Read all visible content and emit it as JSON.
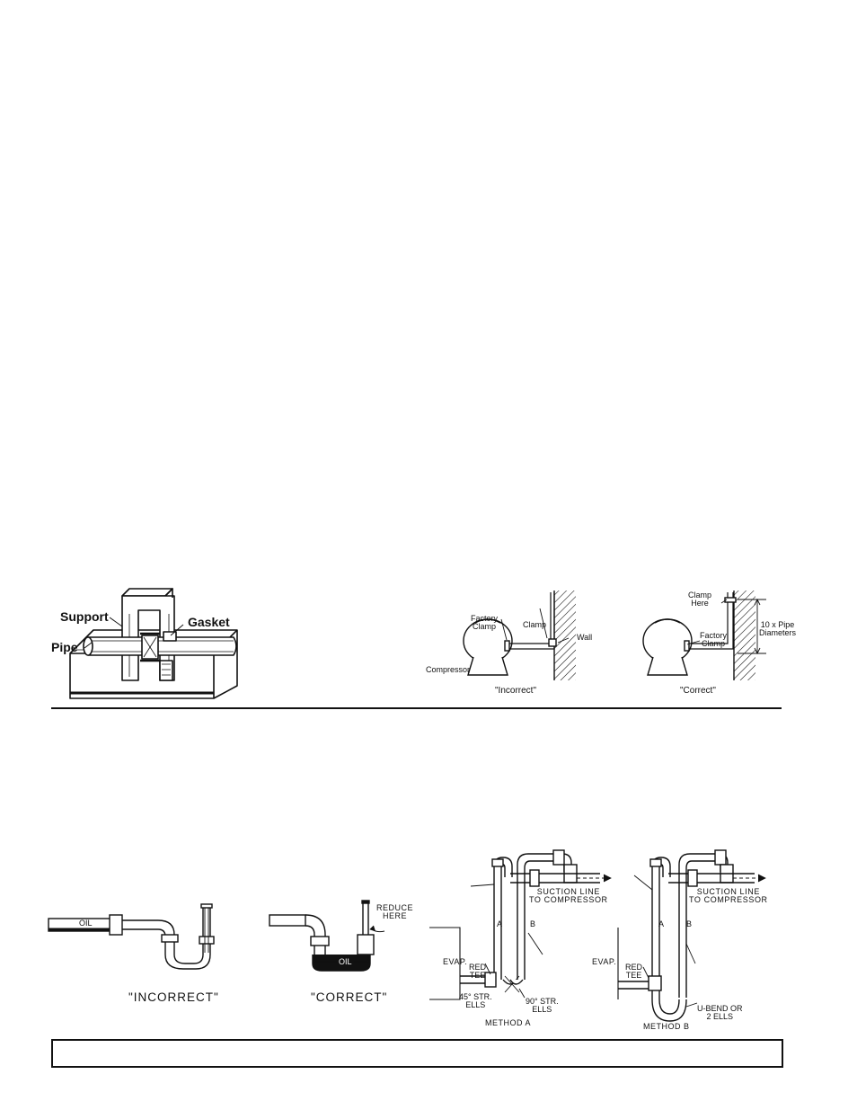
{
  "support_fig": {
    "support": "Support",
    "pipe": "Pipe",
    "gasket": "Gasket"
  },
  "clamp_incorrect": {
    "factory_clamp": "Factory\nClamp",
    "clamp": "Clamp",
    "wall": "Wall",
    "compressor": "Compressor",
    "caption": "\"Incorrect\""
  },
  "clamp_correct": {
    "clamp_here": "Clamp\nHere",
    "diameters": "10 x Pipe\nDiameters",
    "factory_clamp": "Factory\nClamp",
    "caption": "\"Correct\""
  },
  "trap_incorrect": {
    "oil": "OIL",
    "caption": "\"INCORRECT\""
  },
  "trap_correct": {
    "reduce": "REDUCE\nHERE",
    "oil": "OIL",
    "caption": "\"CORRECT\""
  },
  "method_a": {
    "suction": "SUCTION LINE\nTO COMPRESSOR",
    "evap": "EVAP.",
    "red_tee": "RED\nTEE",
    "a": "A",
    "b": "B",
    "ells45": "45° STR.\nELLS",
    "ells90": "90° STR.\nELLS",
    "caption": "METHOD A"
  },
  "method_b": {
    "suction": "SUCTION LINE\nTO COMPRESSOR",
    "evap": "EVAP.",
    "red_tee": "RED\nTEE",
    "a": "A",
    "b": "B",
    "ubend": "U-BEND OR\n2 ELLS",
    "caption": "METHOD B"
  }
}
